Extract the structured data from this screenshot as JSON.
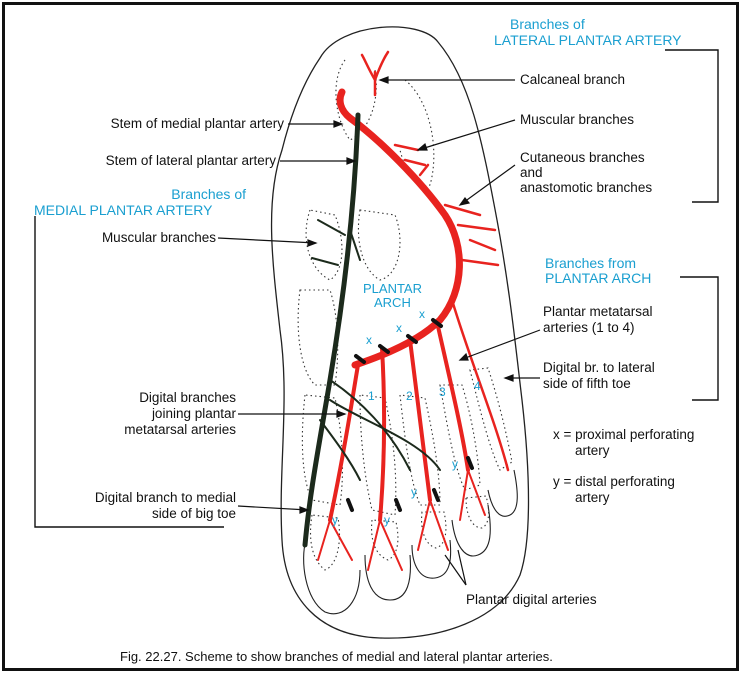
{
  "headings": {
    "lateral_line1": "Branches of",
    "lateral_line2": "LATERAL PLANTAR ARTERY",
    "medial_line1": "Branches of",
    "medial_line2": "MEDIAL PLANTAR ARTERY",
    "arch_line1": "Branches from",
    "arch_line2": "PLANTAR ARCH"
  },
  "labels": {
    "calcaneal": "Calcaneal branch",
    "muscular_lateral": "Muscular branches",
    "cutaneous_1": "Cutaneous branches",
    "cutaneous_2": "and",
    "cutaneous_3": "anastomotic branches",
    "stem_medial": "Stem of medial plantar artery",
    "stem_lateral": "Stem of lateral plantar artery",
    "muscular_medial": "Muscular branches",
    "plantar_metatarsal_1": "Plantar metatarsal",
    "plantar_metatarsal_2": "arteries (1 to 4)",
    "digital_lateral_1": "Digital br. to lateral",
    "digital_lateral_2": "side of fifth toe",
    "digital_joining_1": "Digital branches",
    "digital_joining_2": "joining plantar",
    "digital_joining_3": "metatarsal arteries",
    "digital_medial_1": "Digital branch to medial",
    "digital_medial_2": "side of big toe",
    "plantar_digital": "Plantar digital arteries",
    "plantar_arch_1": "PLANTAR",
    "plantar_arch_2": "ARCH"
  },
  "legend": {
    "x_line1": "x = proximal perforating",
    "x_line2": "artery",
    "y_line1": "y = distal perforating",
    "y_line2": "artery"
  },
  "markers": {
    "x": "x",
    "y": "y",
    "n1": "1",
    "n2": "2",
    "n3": "3",
    "n4": "4"
  },
  "caption": "Fig. 22.27. Scheme to show branches of medial and lateral plantar arteries.",
  "colors": {
    "artery_red": "#e8231f",
    "medial_dark": "#1c2a1c",
    "heading_cyan": "#1a9fd0"
  }
}
